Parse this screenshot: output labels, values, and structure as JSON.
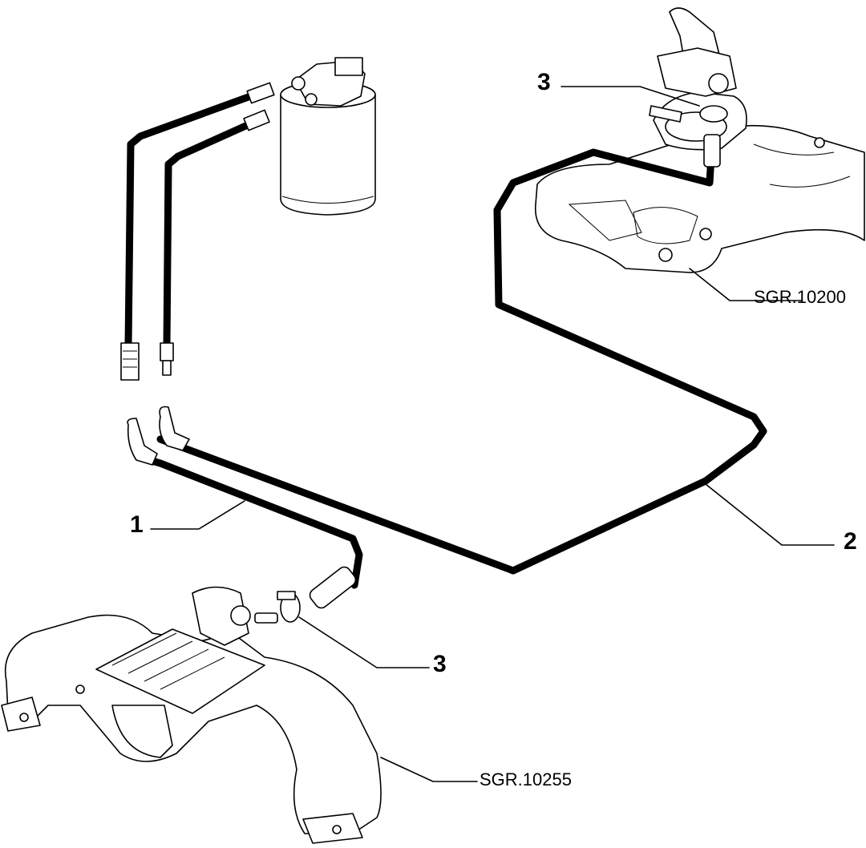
{
  "labels": {
    "part_1": "1",
    "part_2": "2",
    "part_3_top": "3",
    "part_3_bottom": "3",
    "ref_upper": "SGR.10200",
    "ref_lower": "SGR.10255"
  },
  "colors": {
    "ink": "#000000",
    "paper": "#ffffff"
  }
}
